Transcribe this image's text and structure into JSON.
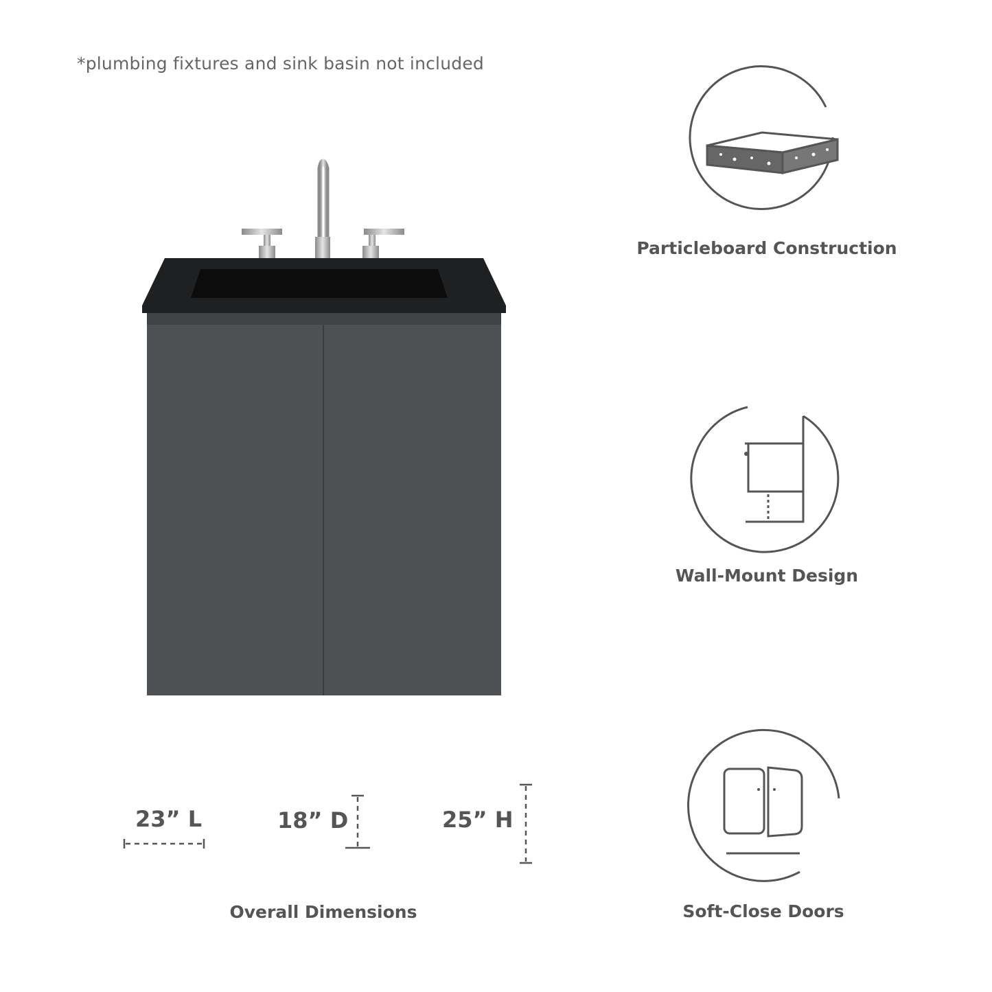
{
  "disclaimer": "*plumbing fixtures and sink basin not included",
  "features": [
    {
      "label": "Particleboard Construction",
      "icon": "particleboard-icon"
    },
    {
      "label": "Wall-Mount Design",
      "icon": "wall-mount-icon"
    },
    {
      "label": "Soft-Close Doors",
      "icon": "soft-close-doors-icon"
    }
  ],
  "dimensions": {
    "length": "23” L",
    "depth": "18” D",
    "height": "25” H",
    "caption": "Overall Dimensions"
  },
  "colors": {
    "cabinet": "#4d5154",
    "countertop": "#1e1f20",
    "basin": "#0e0e0e",
    "faucet": "#b8b8b8",
    "icon_stroke": "#555555"
  }
}
